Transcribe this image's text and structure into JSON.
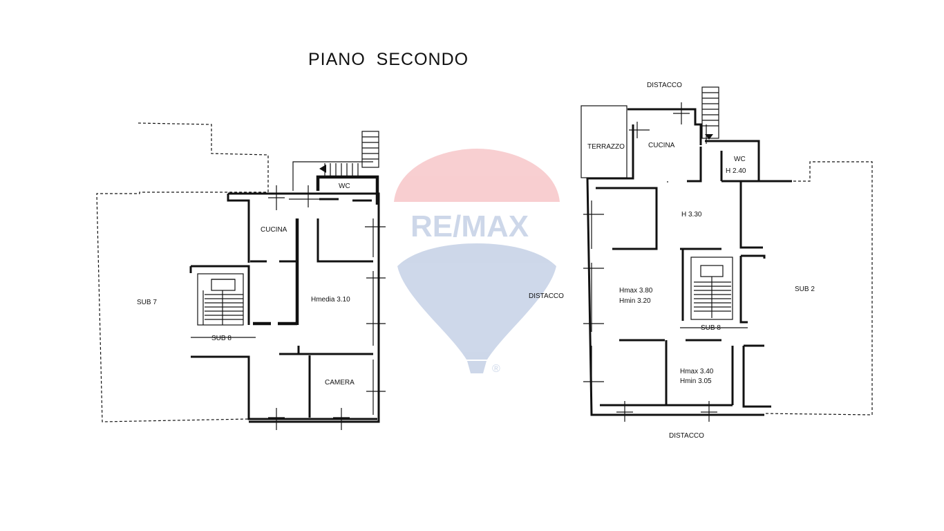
{
  "plan": {
    "title": "PIANO  SECONDO",
    "watermark": {
      "brand": "RE/MAX",
      "registered": "®",
      "red": "#e1242c",
      "blue": "#1f4e9e"
    },
    "left_unit": {
      "sub7": "SUB 7",
      "sub8": "SUB 8",
      "wc": "WC",
      "cucina": "CUCINA",
      "hmedia": "Hmedia  3.10",
      "camera": "CAMERA"
    },
    "right_unit": {
      "distacco_top": "DISTACCO",
      "terrazzo": "TERRAZZO",
      "cucina": "CUCINA",
      "wc": "WC",
      "wc_height": "H  2.40",
      "h330": "H  3.30",
      "distacco_left": "DISTACCO",
      "hmax380": "Hmax  3.80",
      "hmin320": "Hmin  3.20",
      "sub2": "SUB  2",
      "sub8": "SUB 8",
      "hmax340": "Hmax  3.40",
      "hmin305": "Hmin  3.05",
      "distacco_bottom": "DISTACCO"
    }
  }
}
